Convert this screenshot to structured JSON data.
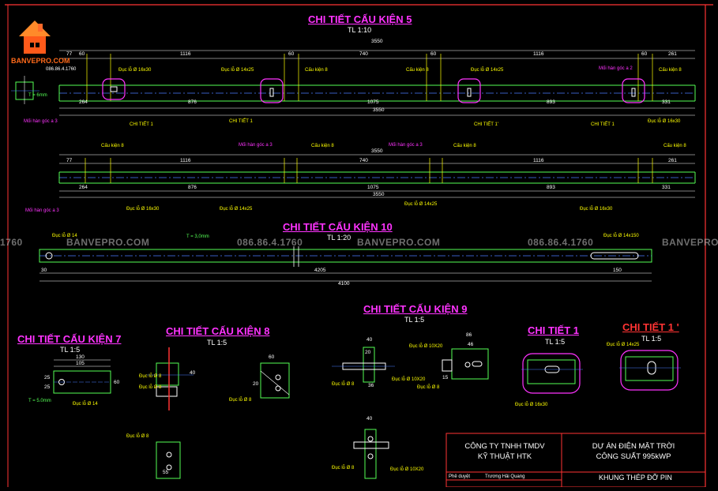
{
  "logo": {
    "brand": "BANVEPRO.COM",
    "phone": "086.86.4.1760"
  },
  "watermark": {
    "site": "BANVEPRO.COM",
    "phone": "086.86.4.1760",
    "left_fragment": "1760"
  },
  "sections": {
    "ck5": {
      "title": "CHI TIẾT CẤU KIỆN 5",
      "scale": "TL 1:10"
    },
    "ck10": {
      "title": "CHI TIẾT CẤU KIỆN 10",
      "scale": "TL 1:20"
    },
    "ck9": {
      "title": "CHI TIẾT CẤU KIỆN 9",
      "scale": "TL 1:5"
    },
    "ck7": {
      "title": "CHI TIẾT CẤU KIỆN 7",
      "scale": "TL 1:5"
    },
    "ck8": {
      "title": "CHI TIẾT CẤU KIỆN 8",
      "scale": "TL 1:5"
    },
    "ct1": {
      "title": "CHI TIẾT 1",
      "scale": "TL 1:5"
    },
    "ct1p": {
      "title": "CHI TIẾT 1 '",
      "scale": "TL 1:5"
    }
  },
  "dims": {
    "total": "3550",
    "top_segments": [
      "77",
      "60",
      "1116",
      "60",
      "740",
      "60",
      "1116",
      "60",
      "261"
    ],
    "bottom_segments": [
      "264",
      "876",
      "1075",
      "893",
      "331"
    ],
    "ck10_total": "4100",
    "ck10_inner": "4205",
    "ck10_end": "150",
    "ck10_small": "30",
    "ck7": [
      "130",
      "105",
      "25",
      "25",
      "60"
    ],
    "ck9": [
      "86",
      "40",
      "46",
      "20",
      "40",
      "36",
      "15"
    ],
    "ck8": [
      "60",
      "40",
      "20",
      "55"
    ]
  },
  "labels": {
    "cau_kien_8": "Cấu kiện 8",
    "moi_han": "Mối hàn góc a 3",
    "moi_han_2": "Mối hàn góc a 2",
    "duc_lo_16x30": "Đục lỗ Ø 16x30",
    "duc_lo_14x25": "Đục lỗ Ø 14x25",
    "duc_lo_14x150": "Đục lỗ Ø 14x150",
    "duc_lo_14": "Đục lỗ Ø 14",
    "duc_lo_8": "Đục lỗ Ø 8",
    "duc_lo_10x20": "Đục lỗ Ø 10X20",
    "chi_tiet_1": "CHI TIẾT 1",
    "chi_tiet_1p": "CHI TIẾT 1'",
    "t6": "T = 6mm",
    "t5": "T = 5.0mm",
    "t3": "T = 3,0mm"
  },
  "title_block": {
    "company_l1": "CÔNG TY TNHH TMDV",
    "company_l2": "KỸ THUẬT HTK",
    "project_l1": "DỰ ÁN ĐIỆN MẶT TRỜI",
    "project_l2": "CÔNG SUẤT 995kWP",
    "row_label": "Phê duyệt",
    "row_name": "Trương Hải Quang",
    "drawing": "KHUNG THÉP ĐỠ PIN"
  }
}
